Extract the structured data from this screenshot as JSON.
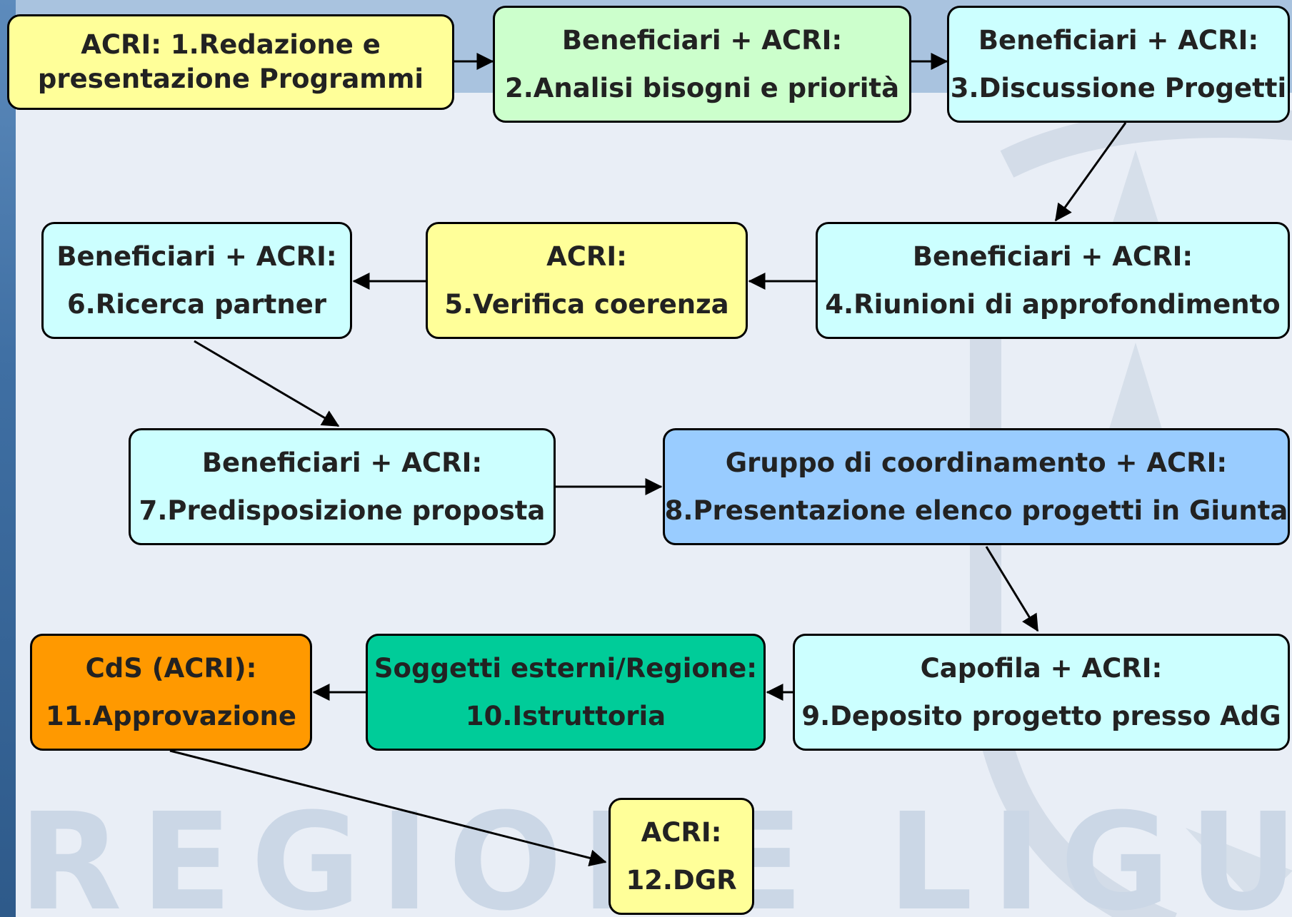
{
  "watermark": "REGIONE LIGURIA",
  "colors": {
    "background": "#e9eef6",
    "top_band": "#a9c3df",
    "left_bar": "#3f6fa3",
    "yellow": "#ffff99",
    "light_green": "#ccffcc",
    "cyan": "#ccffff",
    "blue": "#99ccff",
    "teal": "#00cc99",
    "orange": "#ff9900"
  },
  "steps": [
    {
      "lines": [
        "ACRI: 1.Redazione e",
        "presentazione Programmi"
      ]
    },
    {
      "lines": [
        "Beneficiari + ACRI:",
        "2.Analisi bisogni e priorità"
      ]
    },
    {
      "lines": [
        "Beneficiari + ACRI:",
        "3.Discussione Progetti"
      ]
    },
    {
      "lines": [
        "Beneficiari + ACRI:",
        "4.Riunioni di approfondimento"
      ]
    },
    {
      "lines": [
        "ACRI:",
        "5.Verifica coerenza"
      ]
    },
    {
      "lines": [
        "Beneficiari + ACRI:",
        "6.Ricerca partner"
      ]
    },
    {
      "lines": [
        "Beneficiari + ACRI:",
        "7.Predisposizione proposta"
      ]
    },
    {
      "lines": [
        "Gruppo di coordinamento + ACRI:",
        "8.Presentazione elenco progetti in Giunta"
      ]
    },
    {
      "lines": [
        "Capofila + ACRI:",
        "9.Deposito progetto presso AdG"
      ]
    },
    {
      "lines": [
        "Soggetti esterni/Regione:",
        "10.Istruttoria"
      ]
    },
    {
      "lines": [
        "CdS (ACRI):",
        "11.Approvazione"
      ]
    },
    {
      "lines": [
        "ACRI:",
        "12.DGR"
      ]
    }
  ]
}
